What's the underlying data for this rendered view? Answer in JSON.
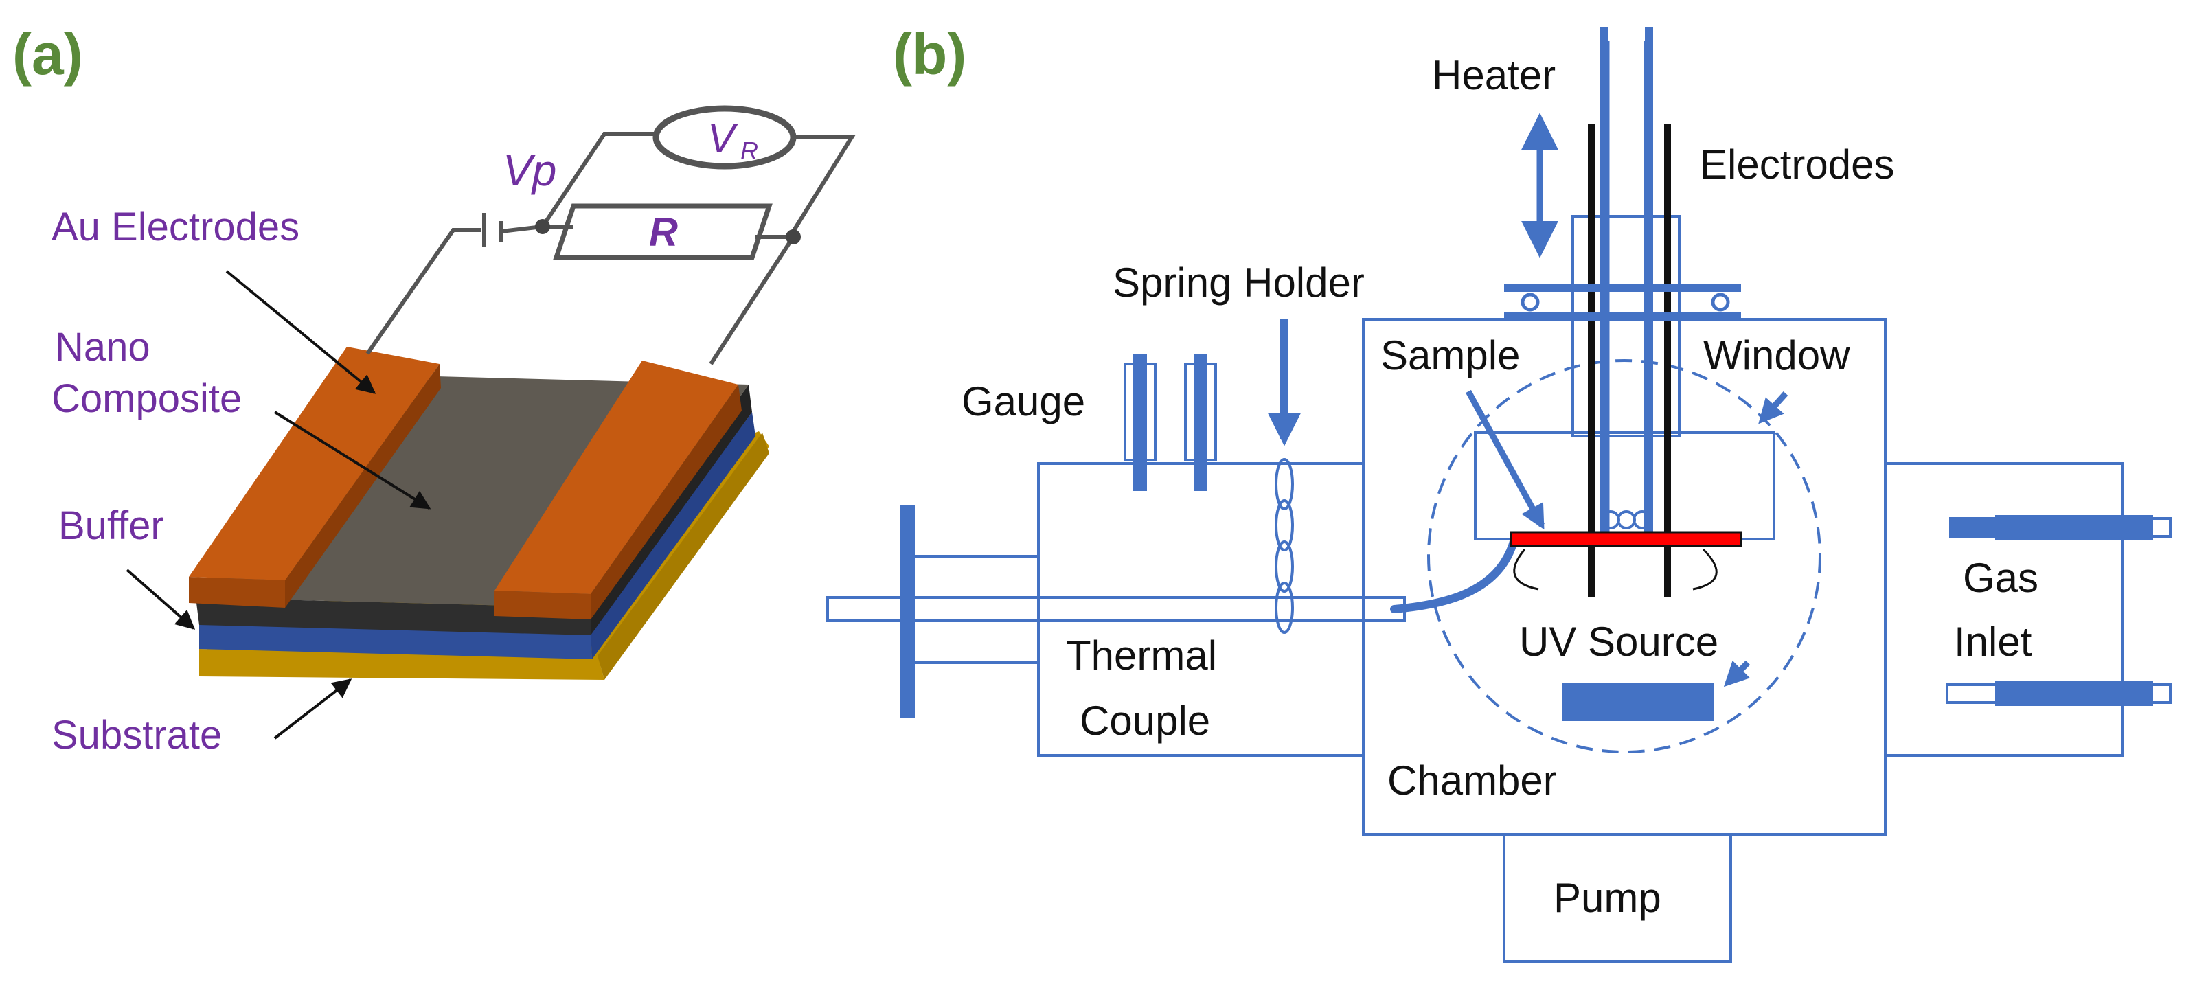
{
  "panel_a": {
    "tag": "(a)",
    "labels": {
      "au_electrodes": "Au Electrodes",
      "nano_line1": "Nano",
      "nano_line2": "Composite",
      "buffer": "Buffer",
      "substrate": "Substrate"
    },
    "circuit": {
      "source_symbol": "Vp",
      "meter_symbol": "V",
      "meter_subscript": "R",
      "resistor_symbol": "R"
    }
  },
  "panel_b": {
    "tag": "(b)",
    "labels": {
      "heater": "Heater",
      "electrodes": "Electrodes",
      "spring_holder": "Spring Holder",
      "gauge": "Gauge",
      "sample": "Sample",
      "window": "Window",
      "thermal_line1": "Thermal",
      "thermal_line2": "Couple",
      "uv_source": "UV Source",
      "gas_line1": "Gas",
      "gas_line2": "Inlet",
      "chamber": "Chamber",
      "pump": "Pump"
    }
  },
  "colors": {
    "label_purple": "#7030a0",
    "tag_green": "#5a8a3a",
    "apparatus_blue": "#4472c4",
    "electrode_orange": "#c55a11",
    "composite_gray": "#5f5a52",
    "buffer_dark": "#2e2e2e",
    "substrate_gold": "#bf9000",
    "sample_red": "#ff0000"
  }
}
